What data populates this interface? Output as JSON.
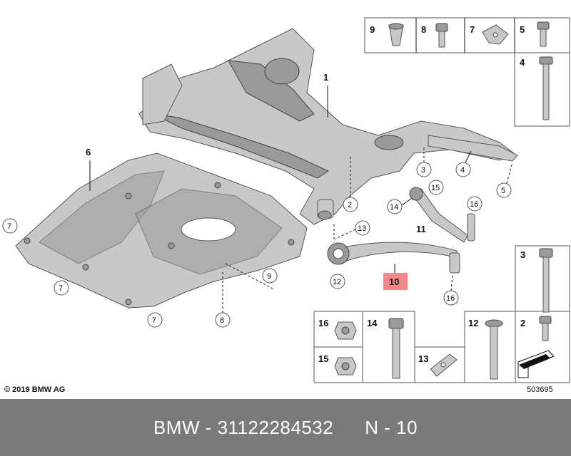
{
  "copyright": "© 2019 BMW AG",
  "diagram_number": "503695",
  "footer": {
    "part_label": "BMW - 31122284532",
    "position_label": "N - 10"
  },
  "callouts": {
    "c1": "1",
    "c2": "2",
    "c3": "3",
    "c4": "4",
    "c5": "5",
    "c6": "6",
    "c7a": "7",
    "c7b": "7",
    "c7c": "7",
    "c8": "8",
    "c9": "9",
    "c10": "10",
    "c11": "11",
    "c12": "12",
    "c13": "13",
    "c14": "14",
    "c15": "15",
    "c16a": "16",
    "c16b": "16"
  },
  "legend_top": [
    "9",
    "8",
    "7",
    "5",
    "4"
  ],
  "legend_right": [
    "3",
    "2"
  ],
  "legend_bottom": [
    "16",
    "15",
    "14",
    "13",
    "12"
  ],
  "colors": {
    "highlight": "#f2868a",
    "footer_bg": "#7a7a7a",
    "part_metal": "#c8c8c8"
  }
}
